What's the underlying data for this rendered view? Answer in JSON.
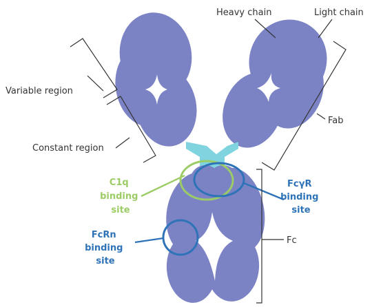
{
  "colors": {
    "antibody": "#7b83c4",
    "hinge": "#7fd4e0",
    "c1q": "#9ccc65",
    "fc_sites": "#2e73b8",
    "leader": "#333333"
  },
  "labels": {
    "heavy_chain": "Heavy chain",
    "light_chain": "Light chain",
    "variable_region": "Variable region",
    "constant_region": "Constant region",
    "fab": "Fab",
    "fc": "Fc"
  },
  "binding_sites": {
    "c1q": [
      "C1q",
      "binding",
      "site"
    ],
    "fcyr": [
      "FcγR",
      "binding",
      "site"
    ],
    "fcrn": [
      "FcRn",
      "binding",
      "site"
    ]
  }
}
